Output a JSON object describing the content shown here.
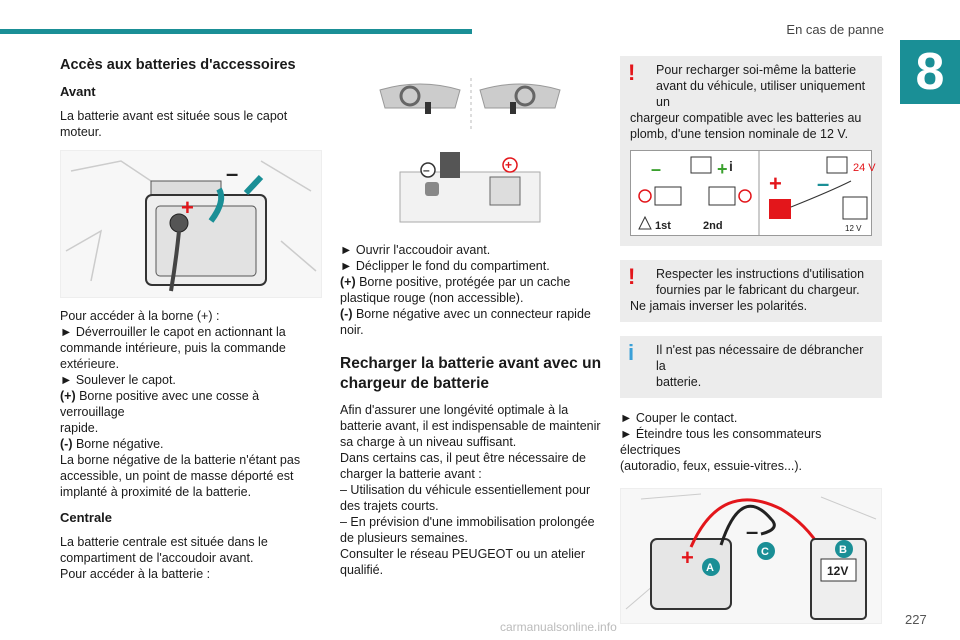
{
  "header": {
    "section": "En cas de panne",
    "chapter": "8",
    "page": "227"
  },
  "col1": {
    "title": "Accès aux batteries d'accessoires",
    "front_heading": "Avant",
    "front_intro": [
      "La batterie avant est située sous le capot",
      "moteur."
    ],
    "access_lines": [
      "Pour accéder à la borne (+) :",
      "► Déverrouiller le capot en actionnant la",
      "commande intérieure, puis la commande",
      "extérieure.",
      "► Soulever le capot."
    ],
    "pos_label": "(+)",
    "pos_lines": [
      " Borne positive avec une cosse à verrouillage",
      "rapide."
    ],
    "neg_label": "(-)",
    "neg_text": " Borne négative.",
    "neg_lines": [
      "La borne négative de la batterie n'étant pas",
      "accessible, un point de masse déporté est",
      "implanté à proximité de la batterie."
    ],
    "central_heading": "Centrale",
    "central_lines": [
      "La batterie centrale est située dans le",
      "compartiment de l'accoudoir avant.",
      "Pour accéder à la batterie :"
    ]
  },
  "col2": {
    "steps": [
      "► Ouvrir l'accoudoir avant.",
      "► Déclipper le fond du compartiment."
    ],
    "pos_label": "(+)",
    "pos_lines": [
      " Borne positive, protégée par un cache",
      "plastique rouge (non accessible)."
    ],
    "neg_label": "(-)",
    "neg_lines": [
      " Borne négative avec un connecteur rapide",
      "noir."
    ],
    "charge_heading": [
      "Recharger la batterie avant avec un",
      "chargeur de batterie"
    ],
    "charge_lines": [
      "Afin d'assurer une longévité optimale à la",
      "batterie avant, il est indispensable de maintenir",
      "sa charge à un niveau suffisant.",
      "Dans certains cas, il peut être nécessaire de",
      "charger la batterie avant :",
      "– Utilisation du véhicule essentiellement pour",
      "des trajets courts.",
      "– En prévision d'une immobilisation prolongée",
      "de plusieurs semaines.",
      "Consulter le réseau PEUGEOT ou un atelier",
      "qualifié."
    ]
  },
  "col3": {
    "warn1": [
      "Pour recharger soi-même la batterie",
      "avant du véhicule, utiliser uniquement un",
      "chargeur compatible avec les batteries au",
      "plomb, d'une tension nominale de 12 V."
    ],
    "fig_labels": {
      "first": "1st",
      "second": "2nd",
      "v24": "24 V",
      "v12": "12 V"
    },
    "warn2": [
      "Respecter les instructions d'utilisation",
      "fournies par le fabricant du chargeur.",
      "Ne jamais inverser les polarités."
    ],
    "info1": [
      "Il n'est pas nécessaire de débrancher la",
      "batterie."
    ],
    "steps": [
      "► Couper le contact.",
      "► Éteindre tous les consommateurs électriques",
      "(autoradio, feux, essuie-vitres...)."
    ],
    "fig_callouts": {
      "a": "A",
      "b": "B",
      "c": "C",
      "v12": "12V"
    }
  },
  "icons": {
    "warning": "!",
    "info": "i"
  },
  "colors": {
    "accent": "#1a8f96",
    "warning": "#e3161b",
    "info": "#3aa0d8",
    "note_bg": "#ececec"
  },
  "footer": {
    "watermark": "carmanualsonline.info"
  }
}
